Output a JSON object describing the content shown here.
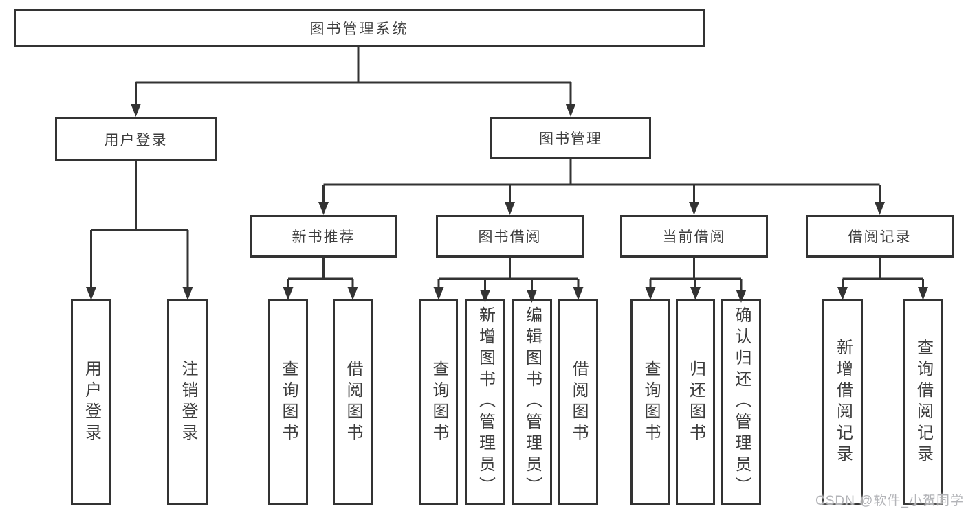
{
  "diagram": {
    "root": {
      "label": "图书管理系统"
    },
    "level2": {
      "user_login": {
        "label": "用户登录"
      },
      "book_management": {
        "label": "图书管理"
      }
    },
    "level3": {
      "new_book_recommend": {
        "label": "新书推荐"
      },
      "book_borrow": {
        "label": "图书借阅"
      },
      "current_borrow": {
        "label": "当前借阅"
      },
      "borrow_records": {
        "label": "借阅记录"
      }
    },
    "leaves": {
      "user_login": [
        "用户登录",
        "注销登录"
      ],
      "new_book_recommend": [
        "查询图书",
        "借阅图书"
      ],
      "book_borrow": [
        "查询图书",
        "新增图书（管理员）",
        "编辑图书（管理员）",
        "借阅图书"
      ],
      "current_borrow": [
        "查询图书",
        "归还图书",
        "确认归还（管理员）"
      ],
      "borrow_records": [
        "新增借阅记录",
        "查询借阅记录"
      ]
    }
  },
  "watermark": {
    "text": "CSDN @软件_小贺同学"
  },
  "colors": {
    "background": "#ffffff",
    "line": "#333333",
    "text": "#3d3d3d",
    "watermark": "#b3b4b8"
  }
}
